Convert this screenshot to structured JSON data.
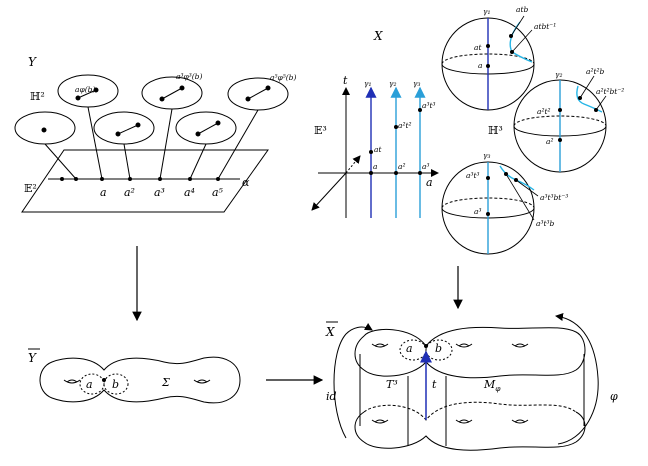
{
  "colors": {
    "ink": "#000000",
    "blue_dark": "#1f2fb5",
    "blue_light": "#2a9fd8",
    "cyan": "#26b5e6"
  },
  "Y_label": "Y",
  "H2_label": "ℍ²",
  "E2_label": "𝔼²",
  "disk_labels": [
    "aφ(b)",
    "a³φ³(b)",
    "a⁵φ⁵(b)"
  ],
  "axis_points_Y": [
    "a",
    "a²",
    "a³",
    "a⁴",
    "a⁵"
  ],
  "alpha_label": "α",
  "X_label": "X",
  "E3_label": "𝔼³",
  "t_label": "t",
  "gamma_labels": [
    "γ₁",
    "γ₂",
    "γ₃"
  ],
  "axis_points_X": [
    "a",
    "a²",
    "a³",
    "a"
  ],
  "line_points": [
    "at",
    "a²t²",
    "a³t³"
  ],
  "H3_label": "ℍ³",
  "sphere1": {
    "gamma": "γ₁",
    "top_label": "atb",
    "right_label": "atbt⁻¹",
    "mid": "at",
    "low": "a"
  },
  "sphere2": {
    "gamma": "γ₂",
    "top_label": "a²t²b",
    "right_label": "a²t²bt⁻²",
    "mid": "a²t²",
    "low": "a²"
  },
  "sphere3": {
    "gamma": "γ₃",
    "top_label": "a³t³",
    "right_label": "a³t³bt⁻³",
    "mid": "a³",
    "low": "a³t³b"
  },
  "Ybar_label": "Y",
  "surface_a": "a",
  "surface_b": "b",
  "sigma_label": "Σ",
  "Xbar_label": "X",
  "torus_a": "a",
  "torus_b": "b",
  "T3_label": "T³",
  "M_label": "M",
  "M_sub": "φ",
  "t_bottom": "t",
  "id_label": "id",
  "phi_label": "φ"
}
